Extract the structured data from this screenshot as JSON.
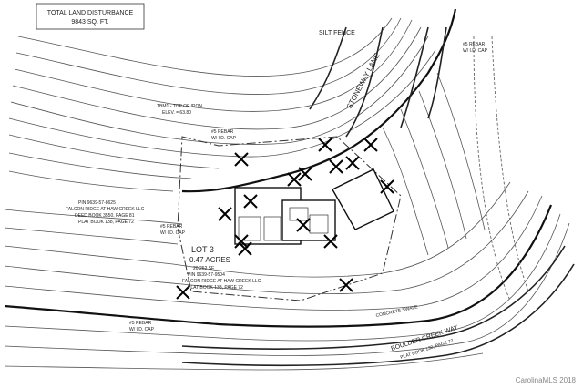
{
  "site_plan": {
    "disturbance_title": "TOTAL LAND DISTURBANCE",
    "disturbance_value": "9843 SQ. FT.",
    "silt_fence_label": "SILT FENCE",
    "stoneway_lane": "STONEWAY LANE",
    "boulder_creek_way": "BOULDER CREEK WAY",
    "lot_label": "LOT 3",
    "lot_acres": "0.47 ACRES",
    "lot_sqft": "20,262 SF",
    "tbm_label": "TBM1 - TOP OF IRON",
    "tbm_elev": "ELEV. = 63.80",
    "rebar_label": "#5 REBAR",
    "rebar_cap": "W/ I.D. CAP",
    "pin_left": "PIN 9639-57-8625",
    "owner_left": "FALCON RIDGE AT HAW CREEK LLC",
    "deed_left": "DEED BOOK 3550, PAGE 81",
    "platbook_left": "PLAT BOOK 138, PAGE 72",
    "pin_lot": "PIN 9639-57-9504",
    "owner_lot": "FALCON RIDGE AT HAW CREEK LLC",
    "platbook_lot": "PLAT BOOK 138, PAGE 72",
    "road_note": "PLAT BOOK 138, PAGE 72",
    "concrete_swale": "CONCRETE SWALE",
    "watermark": "CarolinaMLS 2018"
  }
}
